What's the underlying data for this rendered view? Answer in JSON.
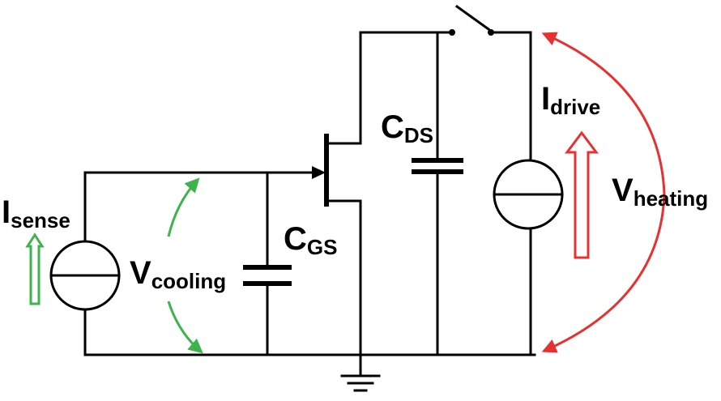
{
  "diagram": {
    "labels": {
      "isense": {
        "main": "I",
        "sub": "sense"
      },
      "vcooling": {
        "main": "V",
        "sub": "cooling"
      },
      "cgs": {
        "main": "C",
        "sub": "GS"
      },
      "cds": {
        "main": "C",
        "sub": "DS"
      },
      "idrive": {
        "main": "I",
        "sub": "drive"
      },
      "vheating": {
        "main": "V",
        "sub": "heating"
      }
    },
    "colors": {
      "wire": "#000000",
      "cooling_arrow": "#3cb44b",
      "heating_arrow": "#e8312f"
    },
    "symbols": [
      "current-source",
      "capacitor",
      "mosfet",
      "switch",
      "ground"
    ]
  }
}
